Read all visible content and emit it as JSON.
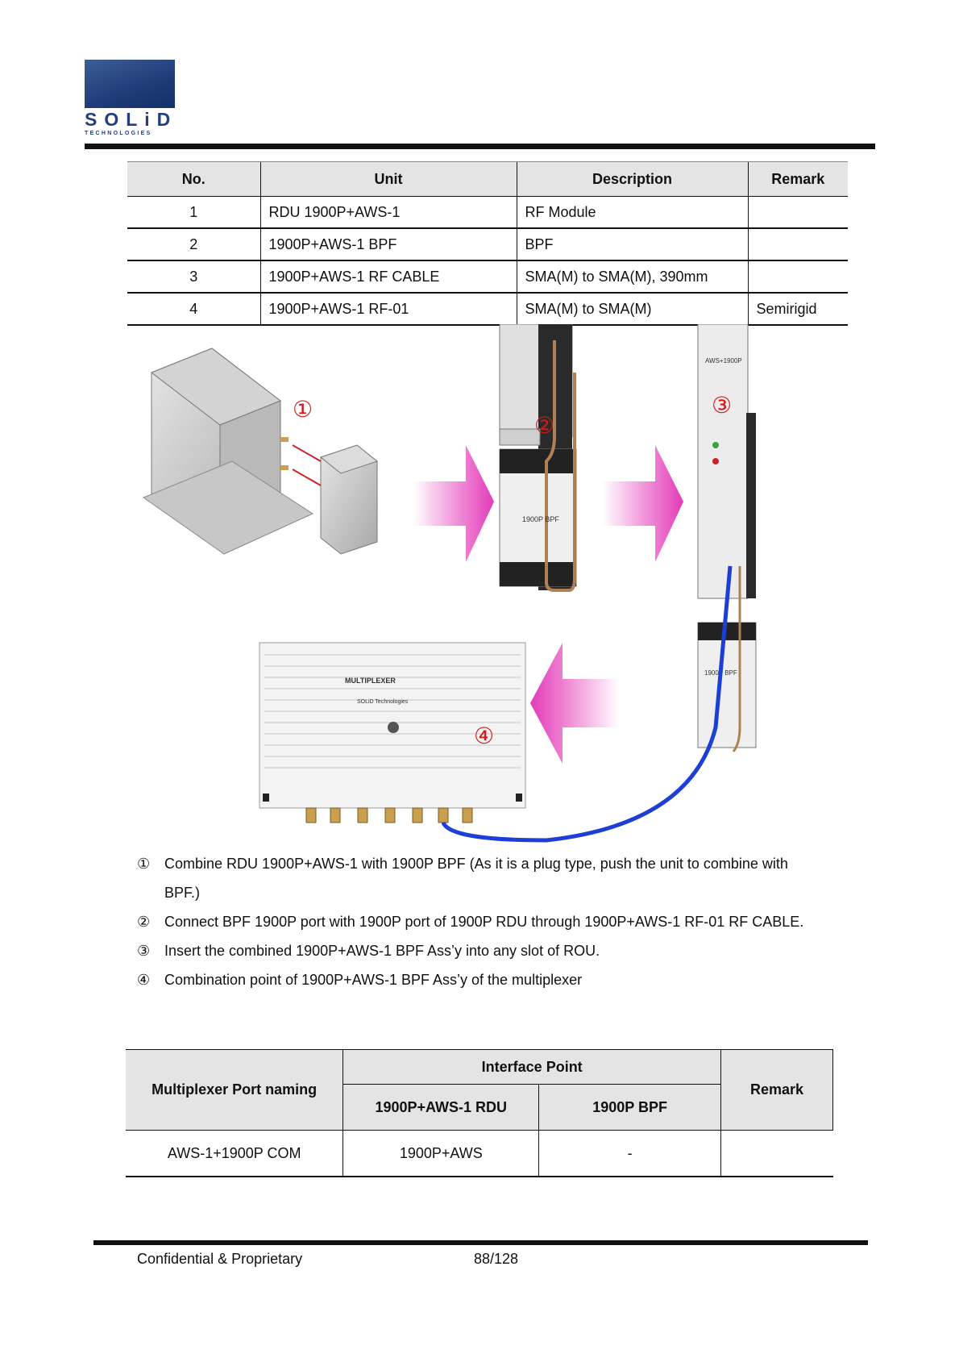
{
  "header": {
    "logo_text": "SOLiD",
    "logo_subtext": "TECHNOLOGIES"
  },
  "parts_table": {
    "headers": [
      "No.",
      "Unit",
      "Description",
      "Remark"
    ],
    "rows": [
      [
        "1",
        "RDU 1900P+AWS-1",
        "RF Module",
        ""
      ],
      [
        "2",
        "1900P+AWS-1 BPF",
        "BPF",
        ""
      ],
      [
        "3",
        "1900P+AWS-1 RF CABLE",
        "SMA(M) to SMA(M), 390mm",
        ""
      ],
      [
        "4",
        "1900P+AWS-1 RF-01",
        "SMA(M) to SMA(M)",
        "Semirigid"
      ]
    ]
  },
  "figure": {
    "markers": [
      "①",
      "②",
      "③",
      "④"
    ],
    "multiplexer_label": "MULTIPLEXER",
    "solid_tech_label": "SOLiD Technologies",
    "bpf_label": "1900P BPF",
    "rdu_label": "AWS+1900P"
  },
  "steps": [
    {
      "marker": "①",
      "text": "Combine RDU 1900P+AWS-1 with 1900P BPF (As it is a plug type, push the unit to combine with BPF.)"
    },
    {
      "marker": "②",
      "text": "Connect BPF 1900P port with 1900P port of 1900P RDU through 1900P+AWS-1 RF-01 RF CABLE."
    },
    {
      "marker": "③",
      "text": "Insert the combined 1900P+AWS-1 BPF Ass’y into any slot of ROU."
    },
    {
      "marker": "④",
      "text": "Combination point of 1900P+AWS-1 BPF Ass’y of the multiplexer"
    }
  ],
  "port_table": {
    "col_port": "Multiplexer Port naming",
    "col_interface": "Interface Point",
    "col_rdu": "1900P+AWS-1 RDU",
    "col_bpf": "1900P BPF",
    "col_remark": "Remark",
    "rows": [
      {
        "port": "AWS-1+1900P COM",
        "rdu": "1900P+AWS",
        "bpf": "-",
        "remark": ""
      }
    ]
  },
  "footer": {
    "confidential": "Confidential & Proprietary",
    "page": "88/128"
  },
  "colors": {
    "logo_blue": "#1f3c78",
    "marker_red": "#d21a1a",
    "arrow_magenta": "#e23bb8",
    "cable_blue": "#1d3fd6"
  }
}
